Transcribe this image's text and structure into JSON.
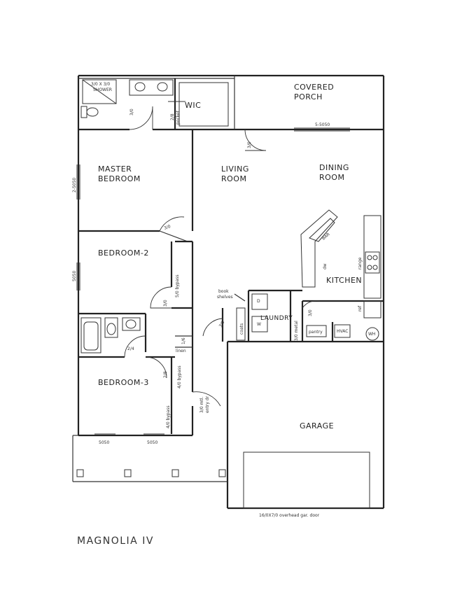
{
  "rooms": {
    "covered_porch_1": "COVERED",
    "covered_porch_2": "PORCH",
    "wic": "WIC",
    "master_1": "MASTER",
    "master_2": "BEDROOM",
    "living_1": "LIVING",
    "living_2": "ROOM",
    "dining_1": "DINING",
    "dining_2": "ROOM",
    "bedroom2": "BEDROOM-2",
    "kitchen": "KITCHEN",
    "laundry": "LAUNDRY",
    "bedroom3": "BEDROOM-3",
    "garage": "GARAGE"
  },
  "annotations": {
    "shower": "3/0 X 3/0",
    "shower2": "SHOWER",
    "door_30_bath": "3/0",
    "pocket_1": "2/8",
    "pocket_2": "pocket",
    "window_5050_top": "5-5050",
    "door_30_porch": "3/0",
    "window_25050": "2-5050",
    "door_30_master": "3/0",
    "window_5050_left": "5050",
    "bypass_510": "5/0 bypass",
    "door_30_b2": "3/0",
    "book_1": "book",
    "book_2": "shelves",
    "door_30_hall": "3/0",
    "closet": "coats",
    "metal": "3/0 metal",
    "pantry": "pantry",
    "door_30_pantry": "3/0",
    "hvac": "HVAC",
    "wh": "WH",
    "ref": "ref",
    "range": "range",
    "dw": "dw",
    "bar": "BAR",
    "linen": "linen",
    "door_14": "1/6",
    "door_24": "2/4",
    "door_28_b3": "2/8",
    "bypass_40": "4/0 bypass",
    "entry_1": "3/0 mtl.",
    "entry_2": "entry dr",
    "bypass_40b": "4/0 bypass",
    "window_5050_b1": "5050",
    "window_5050_b2": "5050",
    "garage_door": "16/0X7/0 overhead gar. door",
    "d_mark": "D",
    "w_mark": "W"
  },
  "title": "MAGNOLIA IV"
}
